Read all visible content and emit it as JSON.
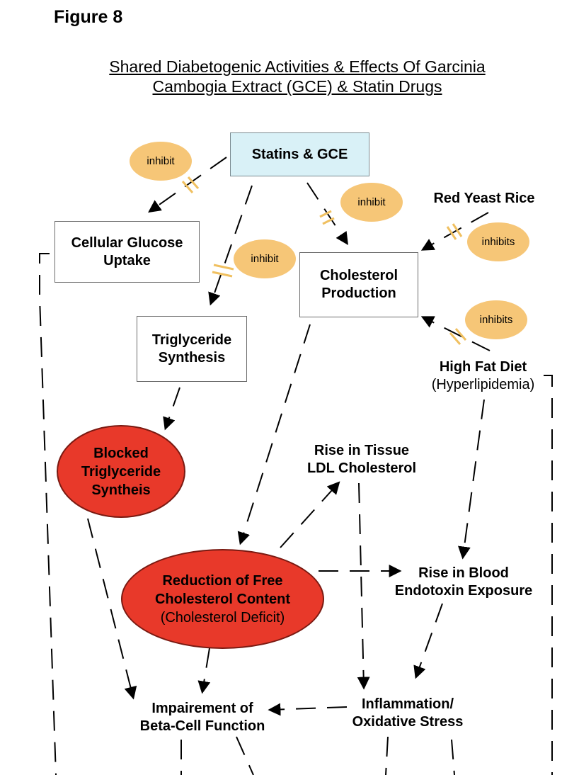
{
  "figure_label": "Figure 8",
  "title": {
    "line1": "Shared Diabetogenic Activities & Effects Of Garcinia",
    "line2": "Cambogia Extract (GCE) & Statin Drugs"
  },
  "nodes": {
    "statins_gce": "Statins & GCE",
    "glucose": {
      "line1": "Cellular Glucose",
      "line2": "Uptake"
    },
    "cholesterol_prod": {
      "line1": "Cholesterol",
      "line2": "Production"
    },
    "triglyceride": {
      "line1": "Triglyceride",
      "line2": "Synthesis"
    },
    "red_yeast": "Red Yeast Rice",
    "high_fat": {
      "line1": "High Fat Diet",
      "line2": "(Hyperlipidemia)"
    },
    "blocked_tg": {
      "line1": "Blocked",
      "line2": "Triglyceride",
      "line3": "Syntheis"
    },
    "rise_ldl": {
      "line1": "Rise in Tissue",
      "line2": "LDL Cholesterol"
    },
    "reduction": {
      "line1": "Reduction of Free",
      "line2": "Cholesterol Content",
      "line3": "(Cholesterol Deficit)"
    },
    "endotoxin": {
      "line1": "Rise in Blood",
      "line2": "Endotoxin Exposure"
    },
    "impairment": {
      "line1": "Impairement of",
      "line2": "Beta-Cell Function"
    },
    "inflammation": {
      "line1": "Inflammation/",
      "line2": "Oxidative Stress"
    }
  },
  "badges": {
    "inhibit_1": "inhibit",
    "inhibit_2": "inhibit",
    "inhibit_3": "inhibit",
    "inhibits_1": "inhibits",
    "inhibits_2": "inhibits"
  },
  "colors": {
    "badge": "#f6c677",
    "top_box": "#d9f1f7",
    "red_node": "#e8392a",
    "inhibit_mark": "#f0c060"
  }
}
